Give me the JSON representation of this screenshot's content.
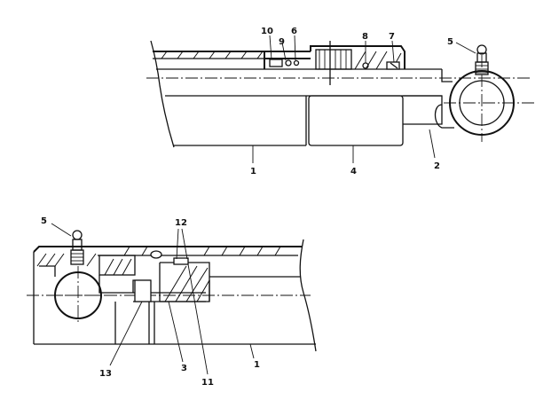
{
  "top_view": {
    "labels": {
      "p10": "10",
      "p9": "9",
      "p6": "6",
      "p8": "8",
      "p7": "7",
      "p5": "5",
      "p1": "1",
      "p4": "4",
      "p2": "2"
    }
  },
  "bottom_view": {
    "labels": {
      "p5": "5",
      "p12": "12",
      "p13": "13",
      "p3": "3",
      "p11": "11",
      "p1": "1"
    }
  },
  "colors": {
    "line": "#111111",
    "background": "#ffffff"
  }
}
